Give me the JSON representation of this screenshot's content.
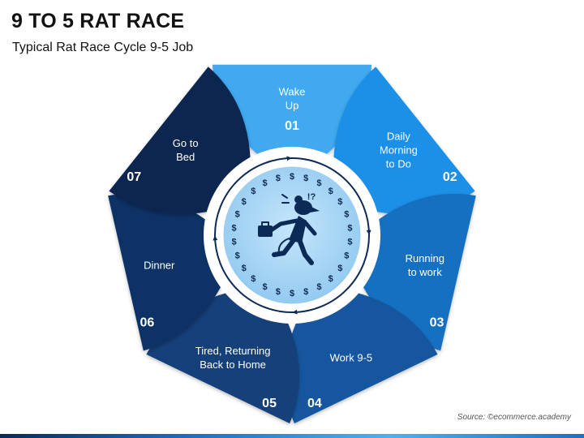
{
  "header": {
    "title": "9 TO 5 RAT RACE",
    "subtitle": "Typical Rat Race Cycle 9-5 Job"
  },
  "cycle": {
    "steps": [
      {
        "number": "01",
        "lines": [
          "Wake",
          "Up"
        ],
        "color": "#3fa9f0"
      },
      {
        "number": "02",
        "lines": [
          "Daily",
          "Morning",
          "to Do"
        ],
        "color": "#1f8fe6"
      },
      {
        "number": "03",
        "lines": [
          "Running",
          "to work"
        ],
        "color": "#1970c2"
      },
      {
        "number": "04",
        "lines": [
          "Work 9-5"
        ],
        "color": "#15579e"
      },
      {
        "number": "05",
        "lines": [
          "Tired, Returning",
          "Back to Home"
        ],
        "color": "#123f7a"
      },
      {
        "number": "06",
        "lines": [
          "Dinner"
        ],
        "color": "#0f3166"
      },
      {
        "number": "07",
        "lines": [
          "Go to",
          "Bed"
        ],
        "color": "#0b2650"
      }
    ],
    "center_icon": "running-businessman-rat-icon",
    "center_symbol": "$",
    "center_exclaim": "!?",
    "center_fill": "#9fd2f5",
    "ring_color": "#0b2a55"
  },
  "footer": {
    "source": "Source: ©ecommerce.academy"
  }
}
